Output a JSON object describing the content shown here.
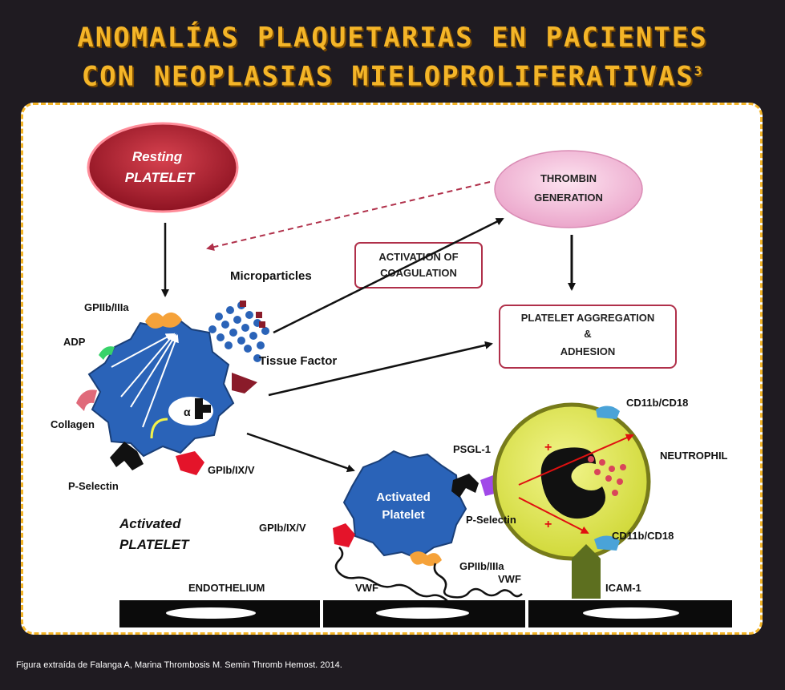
{
  "title": {
    "line1": "ANOMALÍAS PLAQUETARIAS EN PACIENTES",
    "line2": "CON NEOPLASIAS MIELOPROLIFERATIVAS",
    "superscript": "3"
  },
  "diagram": {
    "resting_platelet": {
      "line1": "Resting",
      "line2": "PLATELET"
    },
    "thrombin_generation": {
      "line1": "THROMBIN",
      "line2": "GENERATION"
    },
    "activation_of_coagulation": {
      "line1": "ACTIVATION OF",
      "line2": "COAGULATION"
    },
    "platelet_aggregation": {
      "line1": "PLATELET AGGREGATION",
      "line2": "&",
      "line3": "ADHESION"
    },
    "microparticles": "Microparticles",
    "tissue_factor": "Tissue Factor",
    "gpiib_iiia": "GPIIb/IIIa",
    "adp": "ADP",
    "collagen": "Collagen",
    "alpha": "α",
    "p_selectin": "P-Selectin",
    "gpib_ix_v": "GPIb/IX/V",
    "activated_platelet_label": {
      "line1": "Activated",
      "line2": "PLATELET"
    },
    "activated_platelet_center": {
      "line1": "Activated",
      "line2": "Platelet"
    },
    "gpib_ix_v_2": "GPIb/IX/V",
    "p_selectin_2": "P-Selectin",
    "psgl1": "PSGL-1",
    "gpiib_iiia_2": "GPIIb/IIIa",
    "cd11b_cd18_top": "CD11b/CD18",
    "cd11b_cd18_bottom": "CD11b/CD18",
    "neutrophil": "NEUTROPHIL",
    "icam1": "ICAM-1",
    "endothelium": "ENDOTHELIUM",
    "vwf_1": "VWF",
    "vwf_2": "VWF",
    "plus": "+"
  },
  "caption": "Figura extraída de Falanga A, Marina Thrombosis M. Semin Thromb Hemost. 2014.",
  "colors": {
    "title": "#f4b528",
    "platelet_blue": "#2a63b8",
    "resting_red": "#a51c2c",
    "thrombin_pink": "#f2b6d6",
    "box_border": "#b0304a",
    "neutrophil_yellow": "#e2ea55",
    "background": "#1f1b21"
  }
}
